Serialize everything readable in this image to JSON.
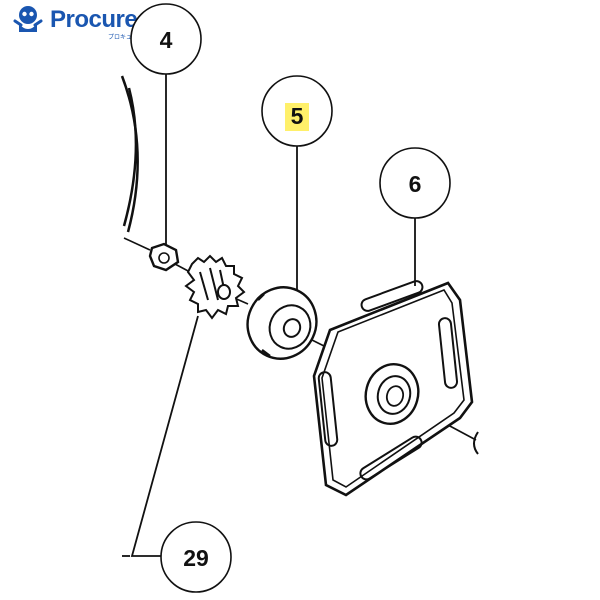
{
  "brand": {
    "name": "Procure A",
    "tagline": "プロキュアエース",
    "color": "#1a56b0",
    "icon": "mascot-icon"
  },
  "callouts": [
    {
      "id": "callout-4",
      "label": "4"
    },
    {
      "id": "callout-5",
      "label": "5",
      "highlight": "#fff06a"
    },
    {
      "id": "callout-6",
      "label": "6"
    },
    {
      "id": "callout-29",
      "label": "29"
    }
  ]
}
